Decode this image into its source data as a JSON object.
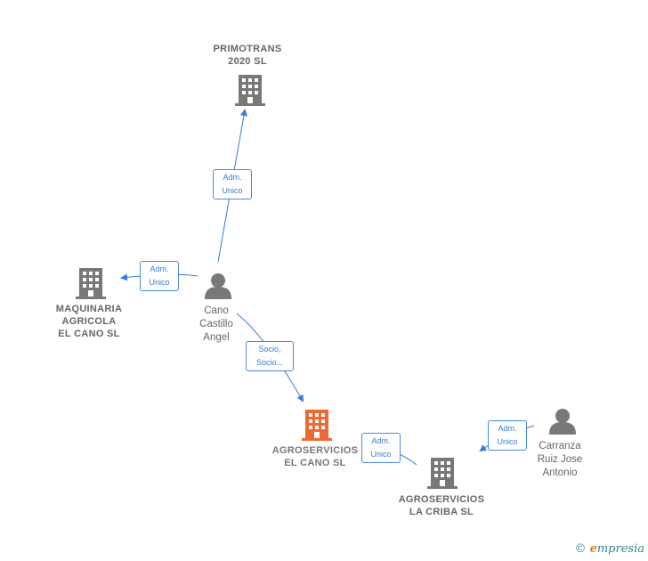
{
  "colors": {
    "node_gray": "#787878",
    "node_highlight": "#ee6a35",
    "edge": "#3a7bd5"
  },
  "nodes": {
    "primotrans": {
      "label": "PRIMOTRANS\n2020  SL",
      "icon": "building-icon"
    },
    "maquinaria": {
      "label": "MAQUINARIA\nAGRICOLA\nEL CANO  SL",
      "icon": "building-icon"
    },
    "cano": {
      "label": "Cano\nCastillo\nAngel",
      "icon": "person-icon"
    },
    "agroservicios_cano": {
      "label": "AGROSERVICIOS\nEL CANO  SL",
      "icon": "building-icon"
    },
    "agroservicios_criba": {
      "label": "AGROSERVICIOS\nLA CRIBA  SL",
      "icon": "building-icon"
    },
    "carranza": {
      "label": "Carranza\nRuiz Jose\nAntonio",
      "icon": "person-icon"
    }
  },
  "edges": {
    "e1": "Adm.\nUnico",
    "e2": "Adm.\nUnico",
    "e3": "Socio,\nSocio...",
    "e4": "Adm.\nUnico",
    "e5": "Adm.\nUnico"
  },
  "footer": {
    "copyright": "©",
    "brand_initial": "e",
    "brand_rest": "mpresia"
  }
}
